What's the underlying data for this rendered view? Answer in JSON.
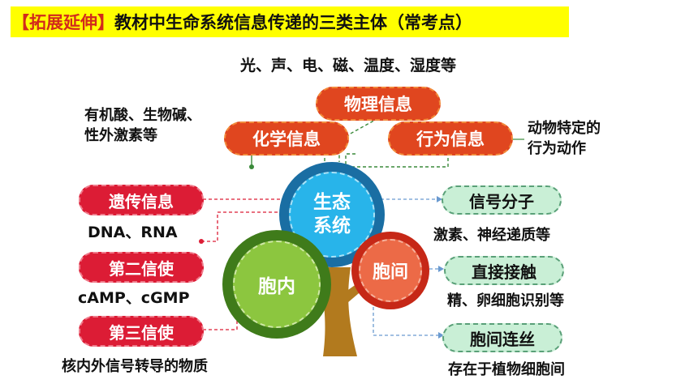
{
  "title": {
    "tag": "【拓展延伸】",
    "main": "教材中生命系统信息传递的三类主体（常考点）"
  },
  "physical": {
    "label": "物理信息",
    "examples": "光、声、电、磁、温度、湿度等"
  },
  "chemical": {
    "label": "化学信息",
    "examples_line1": "有机酸、生物碱、",
    "examples_line2": "性外激素等"
  },
  "behavioral": {
    "label": "行为信息",
    "examples_line1": "动物特定的",
    "examples_line2": "行为动作"
  },
  "ecosystem": {
    "line1": "生态",
    "line2": "系统"
  },
  "intracellular": {
    "center": "胞内",
    "items": [
      {
        "label": "遗传信息",
        "desc": "DNA、RNA"
      },
      {
        "label": "第二信使",
        "desc": "cAMP、cGMP"
      },
      {
        "label": "第三信使",
        "desc": "核内外信号转导的物质"
      }
    ]
  },
  "intercellular": {
    "center": "胞间",
    "items": [
      {
        "label": "信号分子",
        "desc": "激素、神经递质等"
      },
      {
        "label": "直接接触",
        "desc": "精、卵细胞识别等"
      },
      {
        "label": "胞间连丝",
        "desc": "存在于植物细胞间"
      }
    ]
  },
  "colors": {
    "title_bg": "#ffff00",
    "title_tag": "#d22a1c",
    "info_pill": "#e0461f",
    "intracellular_pill": "#dc1c35",
    "intercellular_pill": "#c9efd6",
    "ecosystem": "#28b4ea",
    "intracellular_circle": "#8cc63f",
    "intercellular_circle": "#ec6a47",
    "trunk": "#b27a1e"
  }
}
